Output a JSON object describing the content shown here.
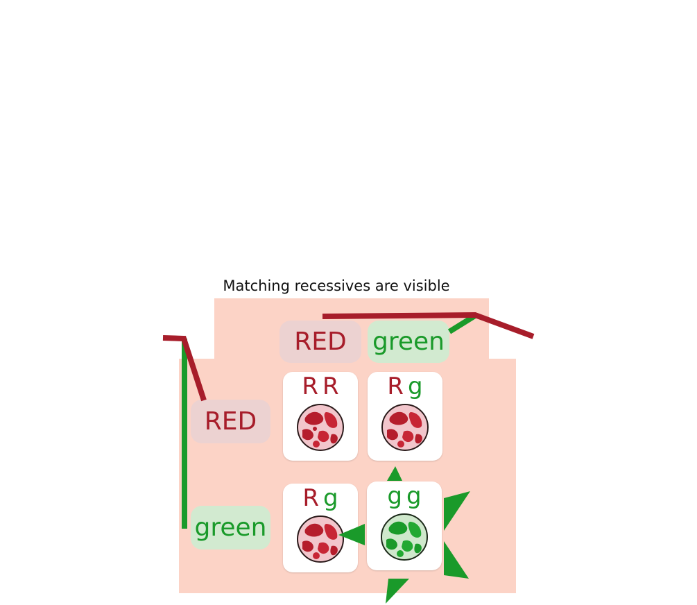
{
  "title": "Matching recessives are visible",
  "colors": {
    "dominant": "#a71d2a",
    "recessive": "#1a9a2a",
    "background": "#fcd3c6"
  },
  "top_labels": [
    "RED",
    "green"
  ],
  "side_labels": [
    "RED",
    "green"
  ],
  "cells": [
    {
      "a1": "R",
      "a2": "R",
      "phenotype": "red"
    },
    {
      "a1": "R",
      "a2": "g",
      "phenotype": "red"
    },
    {
      "a1": "R",
      "a2": "g",
      "phenotype": "red"
    },
    {
      "a1": "g",
      "a2": "g",
      "phenotype": "green"
    }
  ]
}
